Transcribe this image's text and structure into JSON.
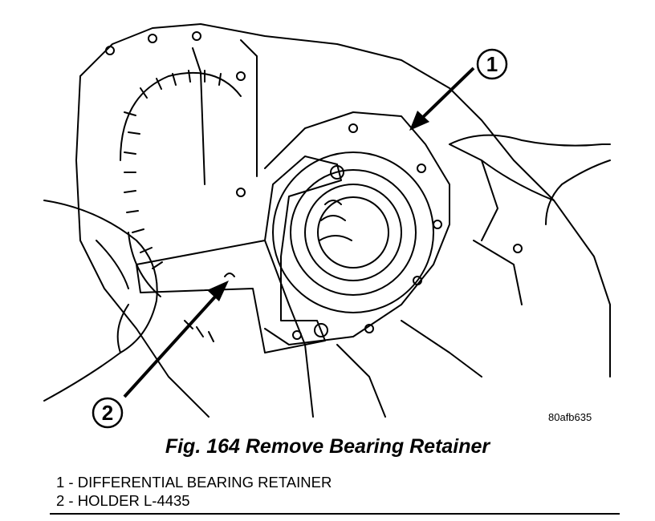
{
  "figure": {
    "image_code": "80afb635",
    "caption": "Fig. 164 Remove Bearing Retainer",
    "callouts": [
      "1",
      "2"
    ],
    "legend": [
      {
        "number": "1",
        "separator": " - ",
        "text": "DIFFERENTIAL BEARING RETAINER"
      },
      {
        "number": "2",
        "separator": " - ",
        "text": "HOLDER L-4435"
      }
    ]
  }
}
